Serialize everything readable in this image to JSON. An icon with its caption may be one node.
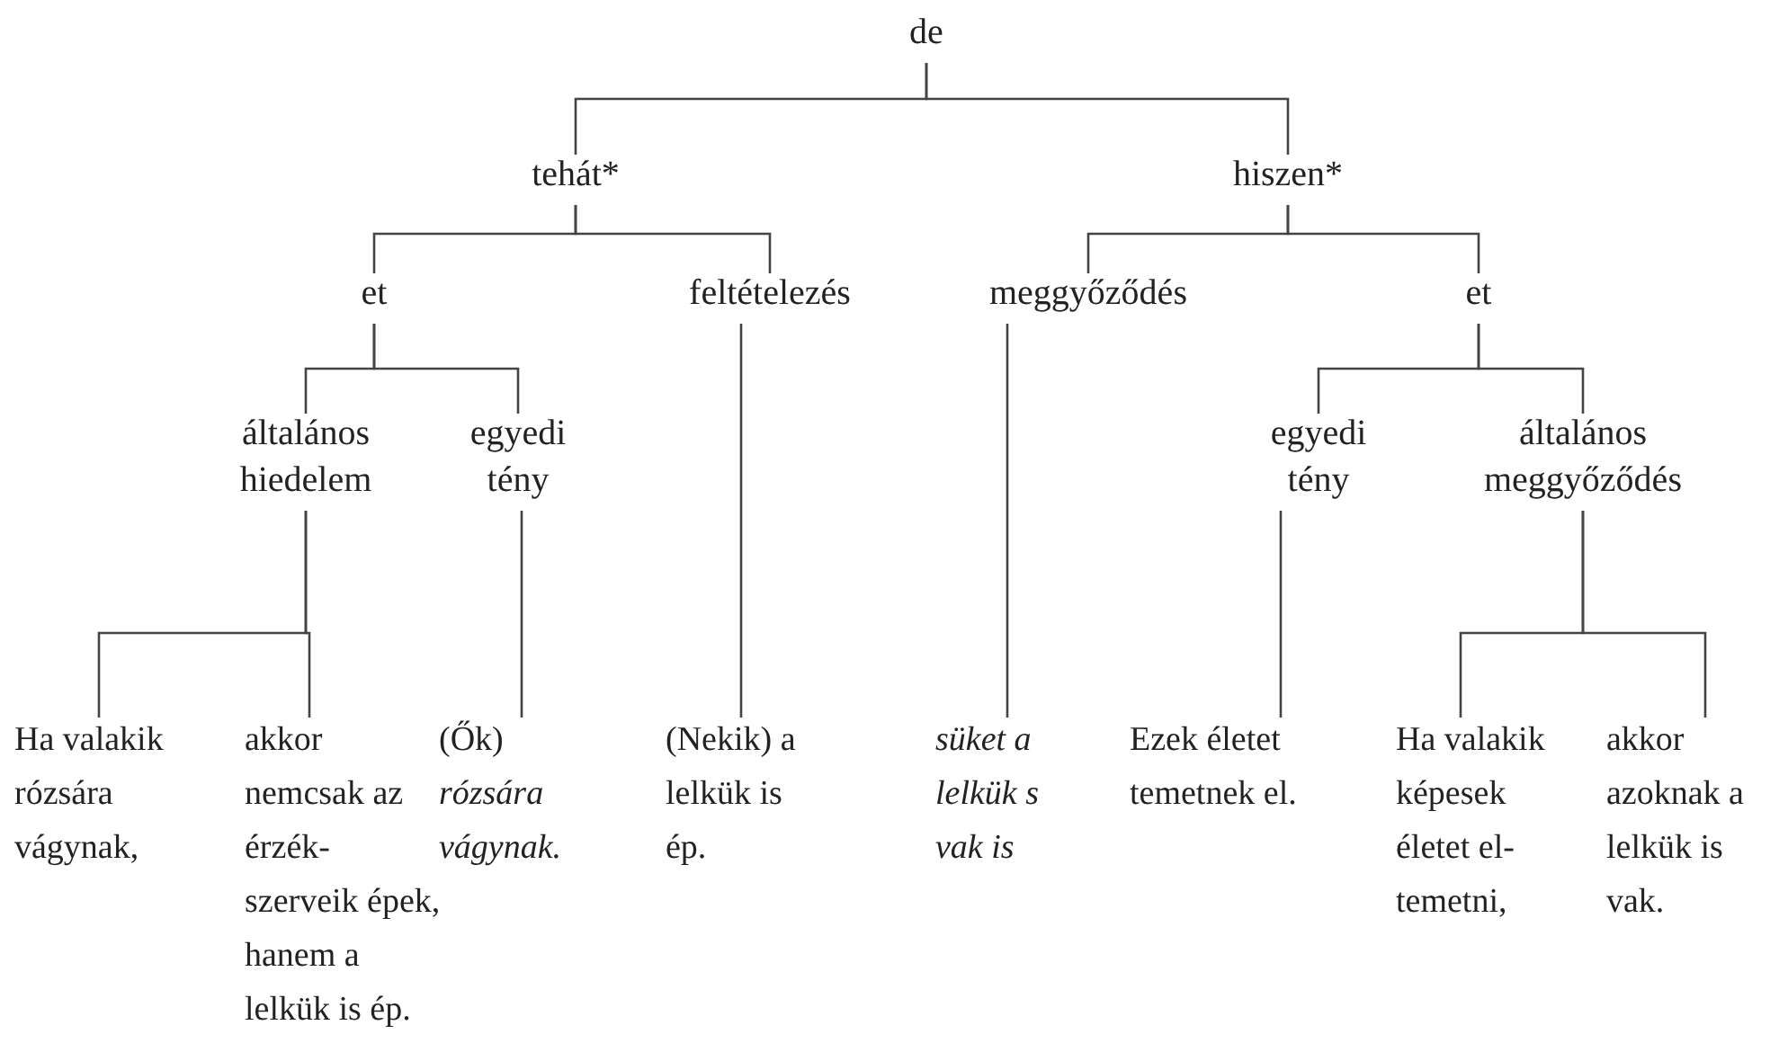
{
  "diagram": {
    "nodes": [
      {
        "text": [
          "de"
        ]
      },
      {
        "text": [
          "tehát*"
        ]
      },
      {
        "text": [
          "hiszen*"
        ]
      },
      {
        "text": [
          "et"
        ]
      },
      {
        "text": [
          "feltételezés"
        ]
      },
      {
        "text": [
          "meggyőződés"
        ]
      },
      {
        "text": [
          "et"
        ]
      },
      {
        "text": [
          "általános hiedelem"
        ]
      },
      {
        "text": [
          "egyedi tény"
        ]
      },
      {
        "text": [
          "egyedi tény"
        ]
      },
      {
        "text": [
          "általános meggyőződés"
        ]
      },
      {
        "text": [
          "Ha valakik rózsára vágynak,"
        ]
      },
      {
        "text": [
          "akkor nemcsak az érzék- szerveik épek, hanem a lelkük is ép."
        ]
      },
      {
        "text": [
          "(Ők) *rózsára vágynak.*"
        ]
      },
      {
        "text": [
          "(Nekik) a lelkük is ép."
        ]
      },
      {
        "text": [
          "süket a lelkük s vak is"
        ]
      },
      {
        "text": [
          "Ezek életet temetnek el."
        ]
      },
      {
        "text": [
          "Ha valakik képesek életet el- temetni,"
        ]
      },
      {
        "text": [
          "akkor azoknak a lelkük is vak."
        ]
      }
    ],
    "edges": [
      {
        "from": 0,
        "to": 1,
        "arrow": "none"
      },
      {
        "from": 0,
        "to": 2,
        "arrow": "none"
      },
      {
        "from": 1,
        "to": 3,
        "arrow": "none"
      },
      {
        "from": 1,
        "to": 4,
        "arrow": "none"
      },
      {
        "from": 2,
        "to": 5,
        "arrow": "none"
      },
      {
        "from": 2,
        "to": 6,
        "arrow": "none"
      },
      {
        "from": 3,
        "to": 7,
        "arrow": "none"
      },
      {
        "from": 3,
        "to": 8,
        "arrow": "none"
      },
      {
        "from": 6,
        "to": 9,
        "arrow": "none"
      },
      {
        "from": 6,
        "to": 10,
        "arrow": "none"
      },
      {
        "from": 7,
        "to": 11,
        "arrow": "none"
      },
      {
        "from": 7,
        "to": 12,
        "arrow": "none"
      },
      {
        "from": 8,
        "to": 13,
        "arrow": "none"
      },
      {
        "from": 4,
        "to": 14,
        "arrow": "none"
      },
      {
        "from": 5,
        "to": 15,
        "arrow": "none"
      },
      {
        "from": 9,
        "to": 16,
        "arrow": "none"
      },
      {
        "from": 10,
        "to": 17,
        "arrow": "none"
      },
      {
        "from": 10,
        "to": 18,
        "arrow": "none"
      }
    ]
  }
}
